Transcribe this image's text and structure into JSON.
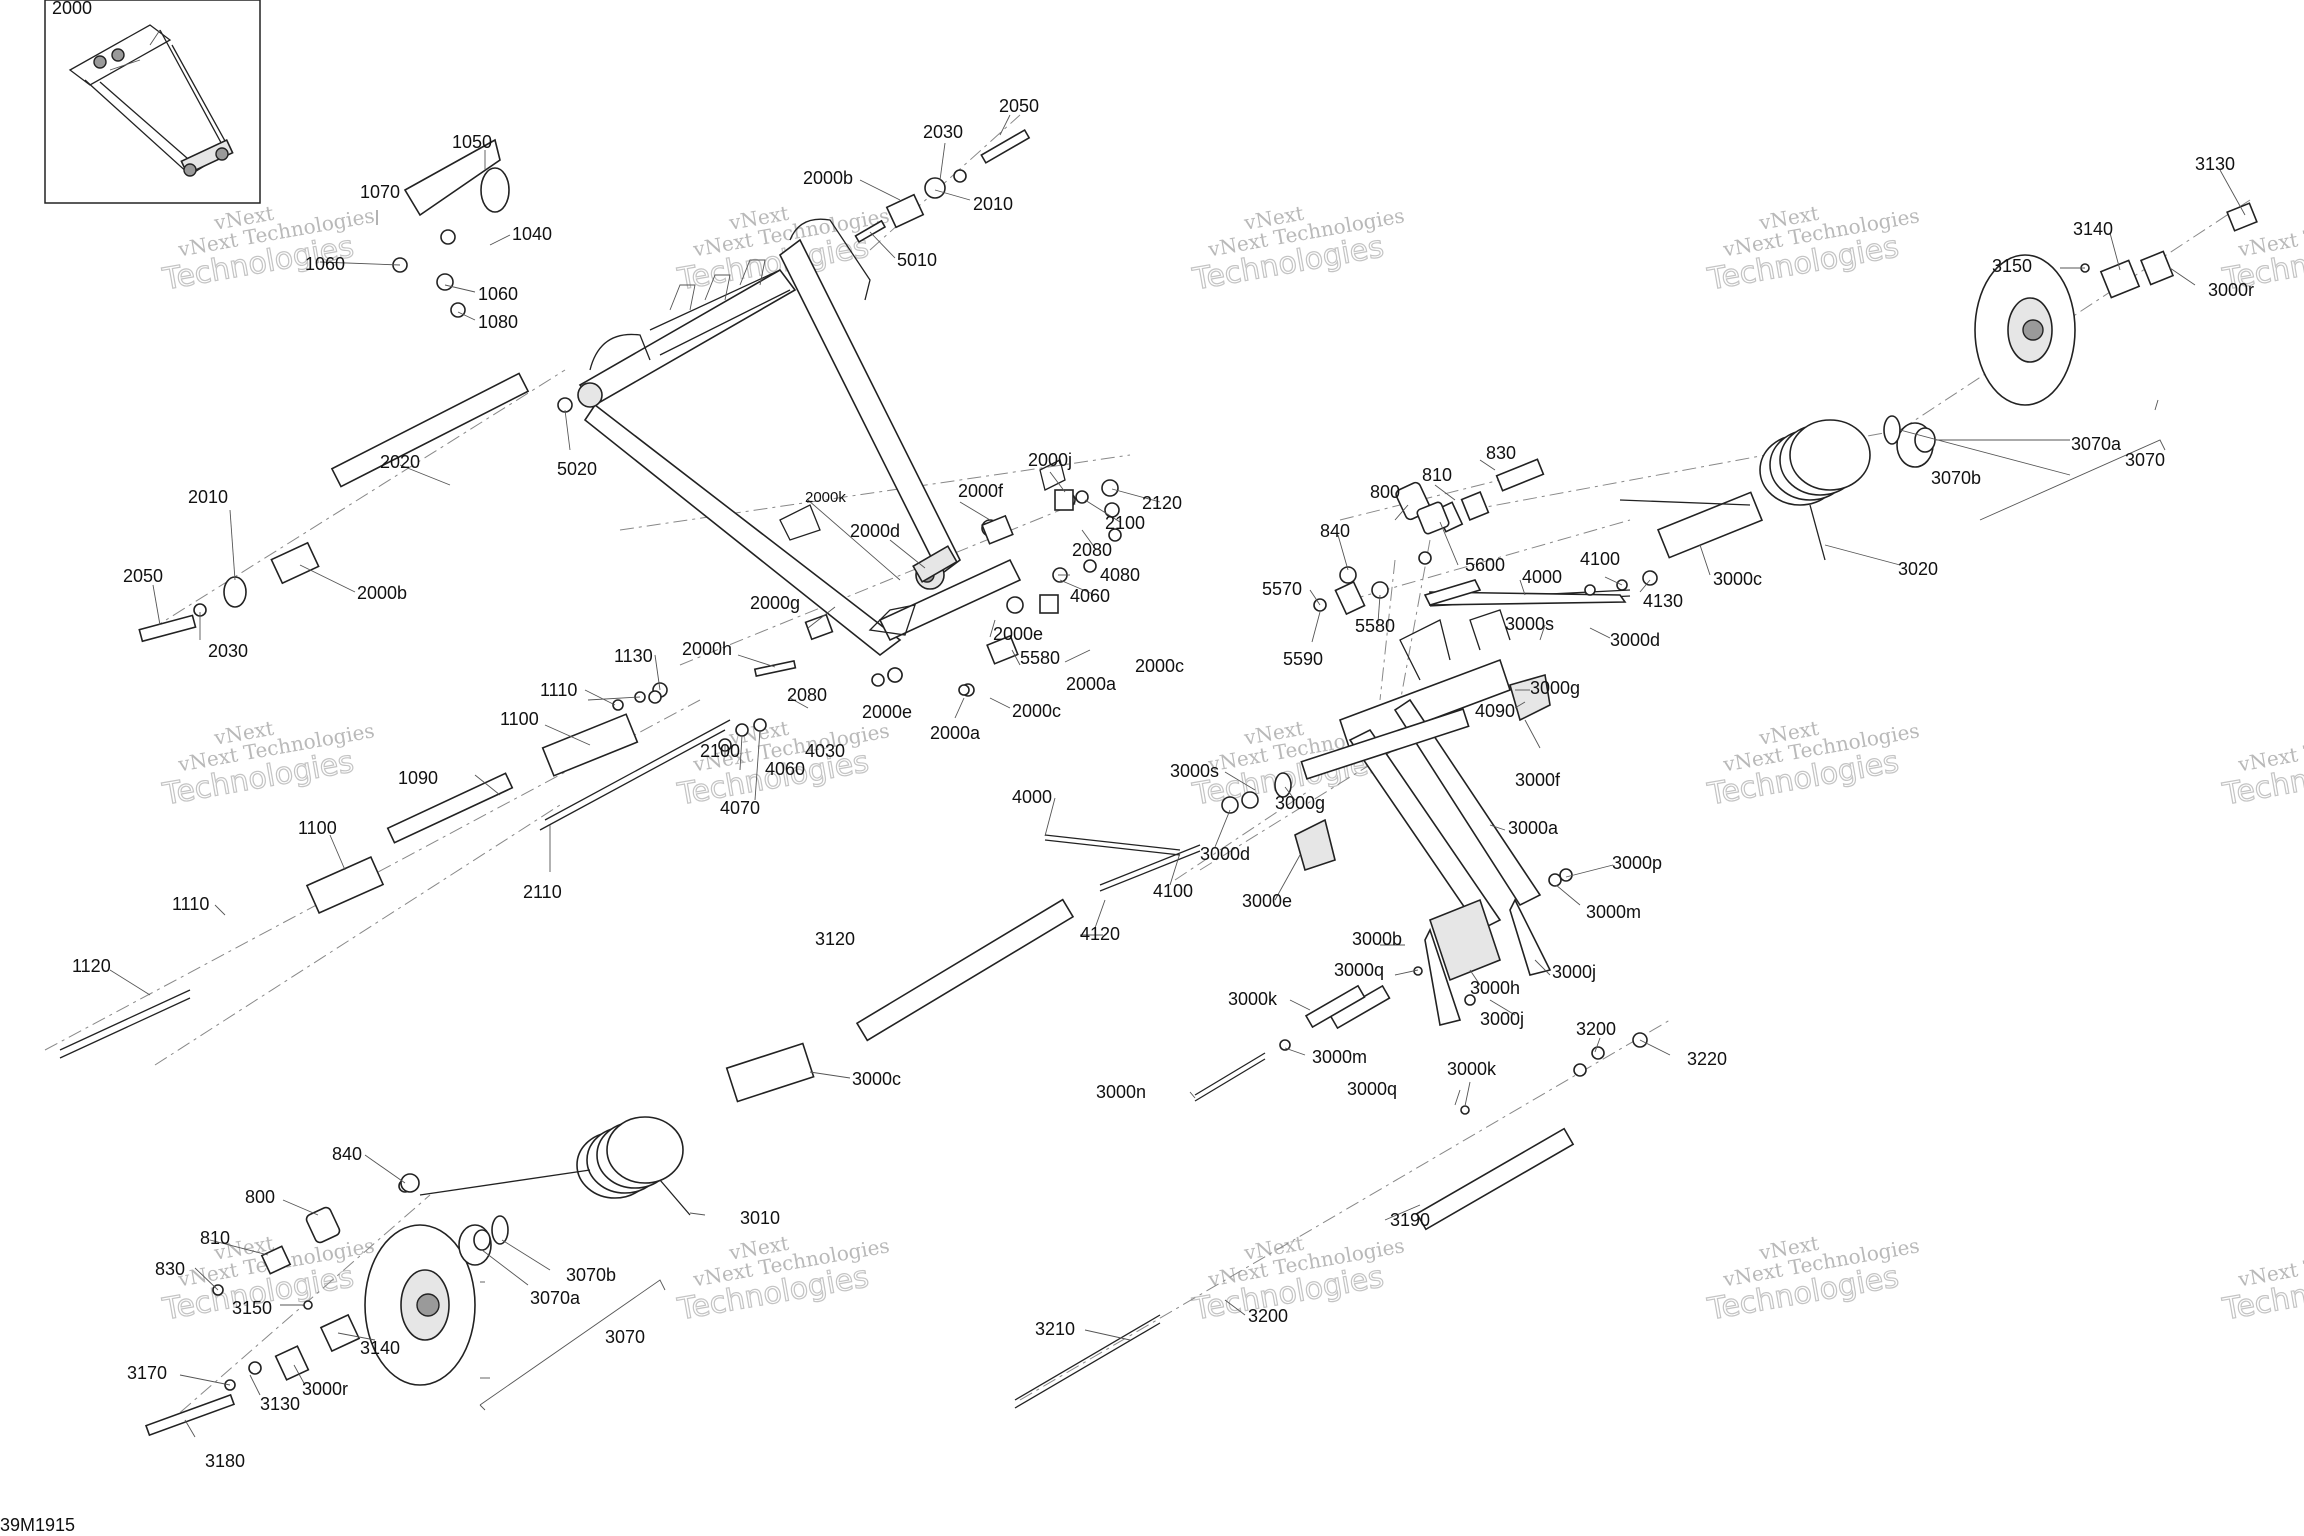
{
  "figure_code": "39M1915",
  "watermark": {
    "line1": "vNext",
    "line2": "vNext Technologies",
    "line3": "Technologies"
  },
  "inset_label": "2000",
  "callouts": {
    "c1050": "1050",
    "c1070": "1070",
    "c1040": "1040",
    "c1060a": "1060",
    "c1060b": "1060",
    "c1080": "1080",
    "c2030a": "2030",
    "c2050a": "2050",
    "c2000b_top": "2000b",
    "c2010a": "2010",
    "c5010": "5010",
    "c5020": "5020",
    "c2020": "2020",
    "c2010b": "2010",
    "c2050b": "2050",
    "c2000b_left": "2000b",
    "c2030b": "2030",
    "c2000j": "2000j",
    "c2000f": "2000f",
    "c2000k": "2000k",
    "c2000d": "2000d",
    "c2120": "2120",
    "c2100a": "2100",
    "c2080a": "2080",
    "c4080": "4080",
    "c4060a": "4060",
    "c2000g": "2000g",
    "c2000e_a": "2000e",
    "c5580a": "5580",
    "c2000h": "2000h",
    "c1130": "1130",
    "c2000a_a": "2000a",
    "c2000c_a": "2000c",
    "c2080b": "2080",
    "c2000e_b": "2000e",
    "c2000a_b": "2000a",
    "c2000c_b": "2000c",
    "c1110a": "1110",
    "c1100a": "1100",
    "c2100b": "2100",
    "c4030": "4030",
    "c4060b": "4060",
    "c4070": "4070",
    "c1090": "1090",
    "c1100b": "1100",
    "c2110": "2110",
    "c1110b": "1110",
    "c1120": "1120",
    "c3130a": "3130",
    "c3140a": "3140",
    "c3150a": "3150",
    "c3000r_a": "3000r",
    "c3070a_a": "3070a",
    "c3070b_a": "3070b",
    "c3070_a": "3070",
    "c3020": "3020",
    "c3000c_a": "3000c",
    "c830a": "830",
    "c810a": "810",
    "c800a": "800",
    "c840a": "840",
    "c5600": "5600",
    "c4000a": "4000",
    "c4100a": "4100",
    "c4130": "4130",
    "c5570": "5570",
    "c5580b": "5580",
    "c5590": "5590",
    "c3000s_a": "3000s",
    "c3000d_a": "3000d",
    "c3000g_a": "3000g",
    "c4090": "4090",
    "c3000f": "3000f",
    "c4000b": "4000",
    "c3000s_b": "3000s",
    "c3000g_b": "3000g",
    "c3000d_b": "3000d",
    "c4100b": "4100",
    "c3000e": "3000e",
    "c3000a": "3000a",
    "c3000p": "3000p",
    "c3000m_a": "3000m",
    "c4120": "4120",
    "c3120": "3120",
    "c3000b": "3000b",
    "c3000q_a": "3000q",
    "c3000h": "3000h",
    "c3000j_a": "3000j",
    "c3000j_b": "3000j",
    "c3000k_a": "3000k",
    "c3000m_b": "3000m",
    "c3200a": "3200",
    "c3220": "3220",
    "c3000c_b": "3000c",
    "c3000n": "3000n",
    "c3000k_b": "3000k",
    "c3000q_b": "3000q",
    "c840b": "840",
    "c800b": "800",
    "c810b": "810",
    "c830b": "830",
    "c3150b": "3150",
    "c3010": "3010",
    "c3070b_b": "3070b",
    "c3070a_b": "3070a",
    "c3140b": "3140",
    "c3070_b": "3070",
    "c3170": "3170",
    "c3130b": "3130",
    "c3000r_b": "3000r",
    "c3180": "3180",
    "c3190": "3190",
    "c3210": "3210",
    "c3200b": "3200"
  }
}
